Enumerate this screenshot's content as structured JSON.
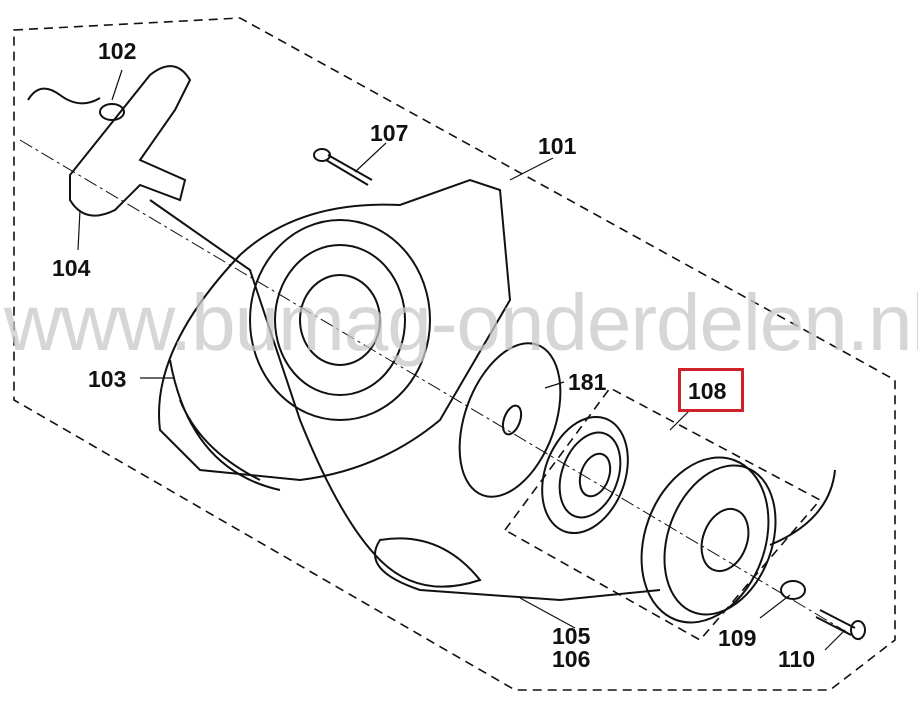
{
  "diagram": {
    "title_watermark": "www.bumag-onderdelen.nl",
    "labels": {
      "p102": "102",
      "p107": "107",
      "p101": "101",
      "p104": "104",
      "p181": "181",
      "p103": "103",
      "p108": "108",
      "p105": "105",
      "p106": "106",
      "p109": "109",
      "p110": "110"
    },
    "highlight_color": "#d0202a"
  }
}
